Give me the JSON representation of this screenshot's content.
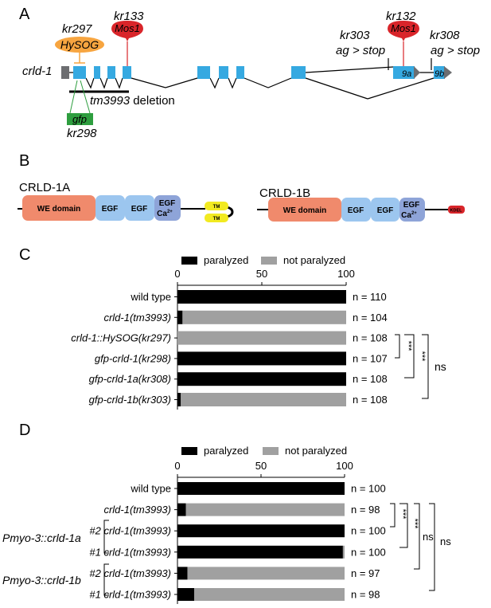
{
  "panels": {
    "a": {
      "letter": "A",
      "gene": "crld-1",
      "alleles": {
        "kr297": {
          "name": "kr297",
          "insert": "HySOG"
        },
        "kr133": {
          "name": "kr133",
          "insert": "Mos1"
        },
        "kr132": {
          "name": "kr132",
          "insert": "Mos1"
        },
        "kr303": {
          "name": "kr303",
          "change": "ag > stop"
        },
        "kr308": {
          "name": "kr308",
          "change": "ag > stop"
        },
        "kr298": {
          "name": "kr298",
          "tag": "gfp"
        }
      },
      "deletion": {
        "name": "tm3993",
        "suffix": " deletion"
      },
      "exon_labels": {
        "e9a": "9a",
        "e9b": "9b"
      },
      "colors": {
        "exon": "#36a9e1",
        "utr": "#6d6e71",
        "hysog": "#f7a540",
        "mos1": "#d9252a",
        "gfp": "#2e9e3f"
      }
    },
    "b": {
      "letter": "B",
      "proteins": [
        {
          "name": "CRLD-1A",
          "domains": [
            "WE domain",
            "EGF",
            "EGF",
            "EGF",
            "Ca",
            "2+"
          ],
          "tm": [
            "TM",
            "TM"
          ]
        },
        {
          "name": "CRLD-1B",
          "domains": [
            "WE domain",
            "EGF",
            "EGF",
            "EGF",
            "Ca",
            "2+"
          ],
          "tail": "KDEL"
        }
      ],
      "colors": {
        "we": "#f08a6c",
        "egf": "#9cc6ef",
        "egf_ca": "#8ea4d8",
        "tm": "#f2ea21",
        "kdel": "#d9252a"
      }
    }
  },
  "chart_data": [
    {
      "type": "bar",
      "panel": "C",
      "stacked": true,
      "orientation": "horizontal",
      "legend": [
        "paralyzed",
        "not paralyzed"
      ],
      "legend_position": "top",
      "xlim": [
        0,
        100
      ],
      "xticks": [
        "0",
        "50",
        "100"
      ],
      "categories": [
        "wild type",
        "crld-1(tm3993)",
        "crld-1::HySOG(kr297)",
        "gfp-crld-1(kr298)",
        "gfp-crld-1a(kr308)",
        "gfp-crld-1b(kr303)"
      ],
      "series": [
        {
          "name": "paralyzed",
          "color": "#000000",
          "values": [
            100,
            3,
            0,
            100,
            100,
            2
          ]
        },
        {
          "name": "not paralyzed",
          "color": "#a0a0a0",
          "values": [
            0,
            97,
            100,
            0,
            0,
            98
          ]
        }
      ],
      "n_labels": [
        "n = 110",
        "n = 104",
        "n = 108",
        "n = 107",
        "n = 108",
        "n = 108"
      ],
      "significance": [
        "***",
        "***",
        "ns"
      ]
    },
    {
      "type": "bar",
      "panel": "D",
      "stacked": true,
      "orientation": "horizontal",
      "legend": [
        "paralyzed",
        "not paralyzed"
      ],
      "legend_position": "top",
      "xlim": [
        0,
        100
      ],
      "xticks": [
        "0",
        "50",
        "100"
      ],
      "categories": [
        "wild type",
        "crld-1(tm3993)",
        "#2 crld-1(tm3993)",
        "#1 crld-1(tm3993)",
        "#2 crld-1(tm3993)",
        "#1 crld-1(tm3993)"
      ],
      "group_labels": [
        "Pmyo-3::crld-1a",
        "Pmyo-3::crld-1b"
      ],
      "series": [
        {
          "name": "paralyzed",
          "color": "#000000",
          "values": [
            100,
            5,
            100,
            99,
            6,
            10
          ]
        },
        {
          "name": "not paralyzed",
          "color": "#a0a0a0",
          "values": [
            0,
            95,
            0,
            1,
            94,
            90
          ]
        }
      ],
      "n_labels": [
        "n = 100",
        "n = 98",
        "n = 100",
        "n = 100",
        "n = 97",
        "n = 98"
      ],
      "significance": [
        "***",
        "***",
        "ns",
        "ns"
      ]
    }
  ]
}
